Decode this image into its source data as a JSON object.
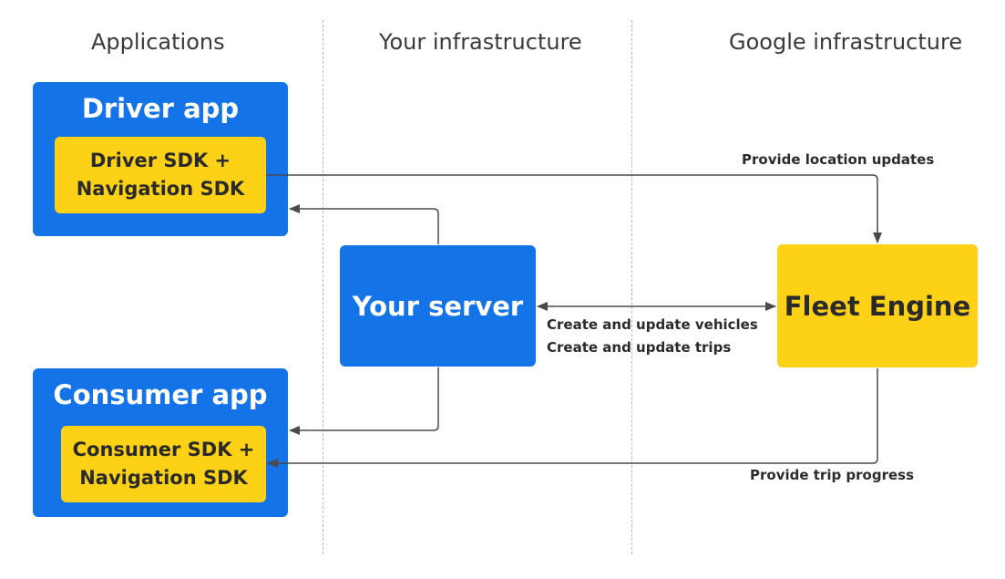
{
  "columns": {
    "applications": "Applications",
    "your_infrastructure": "Your infrastructure",
    "google_infrastructure": "Google infrastructure"
  },
  "driver_app": {
    "title": "Driver app",
    "sdk_line1": "Driver SDK +",
    "sdk_line2": "Navigation SDK"
  },
  "consumer_app": {
    "title": "Consumer app",
    "sdk_line1": "Consumer SDK +",
    "sdk_line2": "Navigation SDK"
  },
  "your_server": {
    "label": "Your server"
  },
  "fleet_engine": {
    "label": "Fleet Engine"
  },
  "edges": {
    "location_updates": "Provide location updates",
    "create_vehicles": "Create and update vehicles",
    "create_trips": "Create and update trips",
    "trip_progress": "Provide trip progress"
  },
  "colors": {
    "blue": "#1473e6",
    "yellow": "#fcd116",
    "line": "#4a4a4a"
  }
}
